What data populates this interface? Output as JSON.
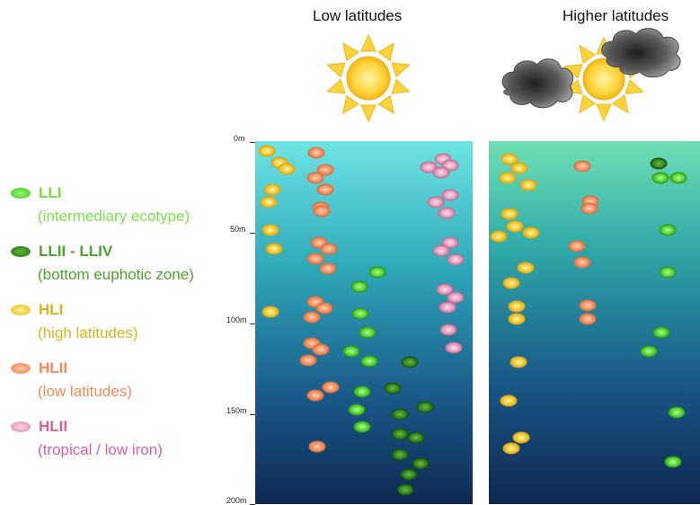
{
  "titles": {
    "low": "Low latitudes",
    "high": "Higher latitudes"
  },
  "legend": [
    {
      "label": "LLI",
      "desc": "(intermediary ecotype)",
      "color": "#5fdc3a",
      "text_color": "#6ee036"
    },
    {
      "label": "LLII - LLIV",
      "desc": "(bottom euphotic zone)",
      "color": "#3a8e22",
      "text_color": "#4aa32a"
    },
    {
      "label": "HLI",
      "desc": "(high latitudes)",
      "color": "#f5d03a",
      "text_color": "#d6b41a"
    },
    {
      "label": "HLII",
      "desc": "(low latitudes)",
      "color": "#f79a6e",
      "text_color": "#f48a58"
    },
    {
      "label": "HLII",
      "desc": "(tropical / low iron)",
      "color": "#eaa6c4",
      "text_color": "#d9609a"
    }
  ],
  "depth_labels": [
    "0m",
    "50m",
    "100m",
    "150m",
    "200m"
  ],
  "colors": {
    "water_top_low": "#6ee4e4",
    "water_top_high": "#6ee0b4",
    "water_bottom": "#0e2850",
    "sun": "#ffd43a",
    "cloud": "#6e6e6e"
  }
}
